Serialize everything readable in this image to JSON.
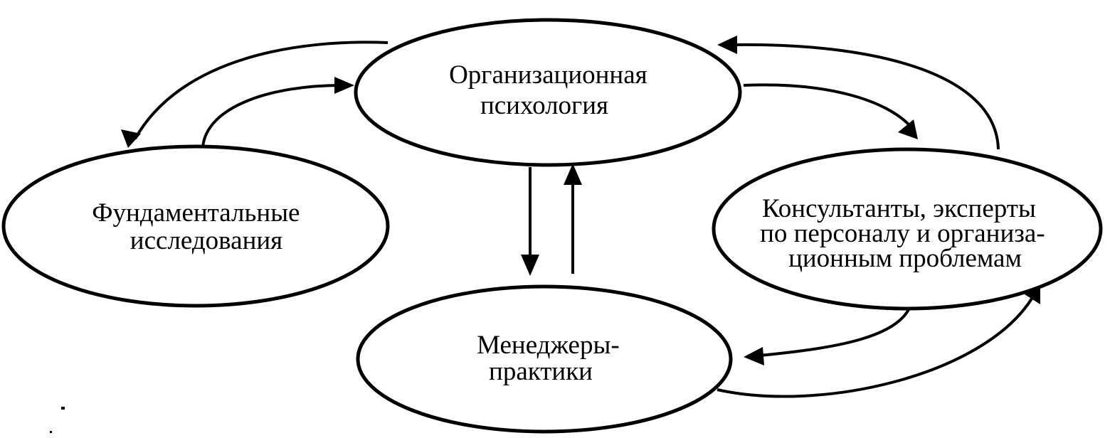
{
  "diagram": {
    "nodes": {
      "org_psych": {
        "lines": [
          "Организационная",
          "психология"
        ]
      },
      "fundamental": {
        "lines": [
          "Фундаментальные",
          "исследования"
        ]
      },
      "consultants": {
        "lines": [
          "Консультанты, эксперты",
          "по персоналу и организа-",
          "ционным проблемам"
        ]
      },
      "managers": {
        "lines": [
          "Менеджеры-",
          "практики"
        ]
      }
    },
    "edges": [
      {
        "from": "org_psych",
        "to": "fundamental"
      },
      {
        "from": "fundamental",
        "to": "org_psych"
      },
      {
        "from": "org_psych",
        "to": "managers"
      },
      {
        "from": "managers",
        "to": "org_psych"
      },
      {
        "from": "org_psych",
        "to": "consultants"
      },
      {
        "from": "consultants",
        "to": "org_psych"
      },
      {
        "from": "consultants",
        "to": "managers"
      },
      {
        "from": "managers",
        "to": "consultants"
      }
    ],
    "colors": {
      "stroke": "#000000",
      "fill": "#ffffff"
    }
  }
}
